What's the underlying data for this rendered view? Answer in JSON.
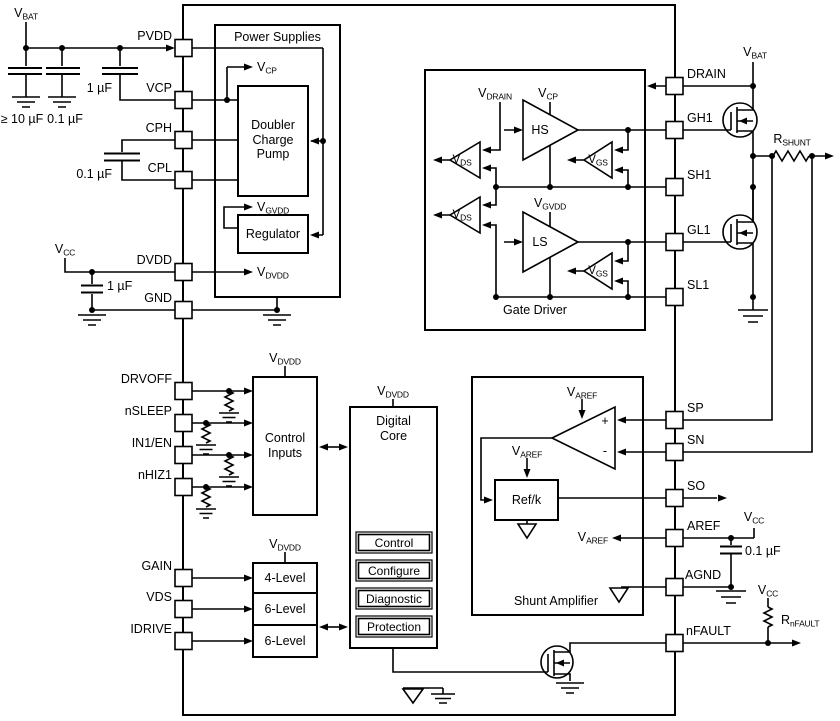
{
  "blocks": {
    "power_supplies": "Power Supplies",
    "charge_pump": "Doubler Charge Pump",
    "regulator": "Regulator",
    "gate_driver": "Gate Driver",
    "control_inputs": "Control Inputs",
    "digital_core": "Digital Core",
    "core_functions": [
      "Control",
      "Configure",
      "Diagnostic",
      "Protection"
    ],
    "level_selectors": [
      "4-Level",
      "6-Level",
      "6-Level"
    ],
    "shunt_amplifier": "Shunt Amplifier",
    "ref_divider": "Ref/k"
  },
  "pins": {
    "left": [
      "PVDD",
      "VCP",
      "CPH",
      "CPL",
      "DVDD",
      "GND",
      "DRVOFF",
      "nSLEEP",
      "IN1/EN",
      "nHIZ1",
      "GAIN",
      "VDS",
      "IDRIVE"
    ],
    "right": [
      "DRAIN",
      "GH1",
      "SH1",
      "GL1",
      "SL1",
      "SP",
      "SN",
      "SO",
      "AREF",
      "AGND",
      "nFAULT"
    ]
  },
  "nets": {
    "vbat": {
      "base": "V",
      "sub": "BAT"
    },
    "vcc": {
      "base": "V",
      "sub": "CC"
    },
    "vcp": {
      "base": "V",
      "sub": "CP"
    },
    "vgvdd": {
      "base": "V",
      "sub": "GVDD"
    },
    "vdvdd": {
      "base": "V",
      "sub": "DVDD"
    },
    "vdrain": {
      "base": "V",
      "sub": "DRAIN"
    },
    "vds": {
      "base": "V",
      "sub": "DS"
    },
    "vgs": {
      "base": "V",
      "sub": "GS"
    },
    "varef": {
      "base": "V",
      "sub": "AREF"
    },
    "hs": "HS",
    "ls": "LS",
    "opamp_plus": "+",
    "opamp_minus": "-"
  },
  "components": {
    "cap_bulk": "≥ 10 µF",
    "cap_100n": "0.1 µF",
    "cap_1u": "1 µF",
    "r_shunt": {
      "base": "R",
      "sub": "SHUNT"
    },
    "r_nfault": {
      "base": "R",
      "sub": "nFAULT"
    }
  }
}
